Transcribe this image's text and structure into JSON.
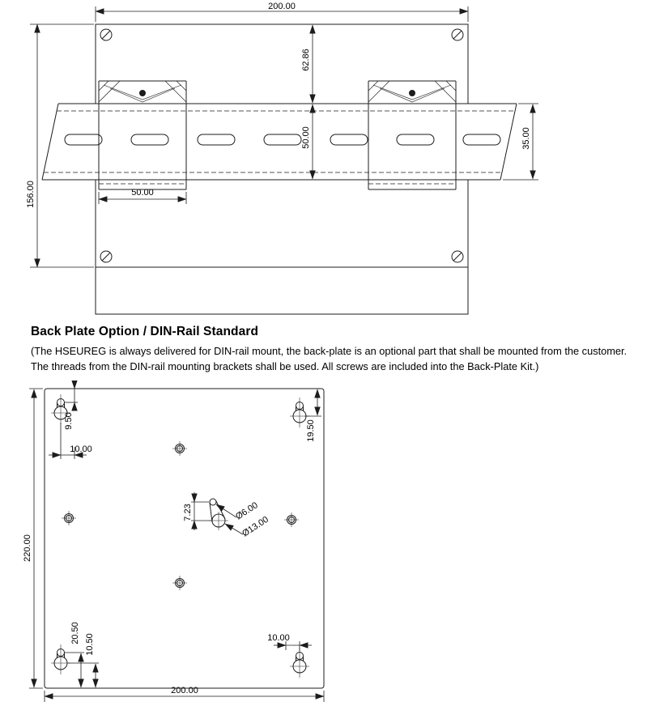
{
  "colors": {
    "line": "#1c1c1c",
    "background": "#ffffff",
    "text": "#000000"
  },
  "heading": {
    "title": "Back Plate Option / DIN-Rail Standard",
    "description": "(The HSEUREG is always delivered for DIN-rail mount, the back-plate is an optional part that shall be mounted from the customer. The threads from the DIN-rail mounting brackets shall be used. All screws are included into the Back-Plate Kit.)"
  },
  "din_rail_view": {
    "dim_plate_width": "200.00",
    "dim_plate_height": "156.00",
    "dim_top_to_rail": "62.86",
    "dim_rail_span": "50.00",
    "dim_rail_height": "35.00",
    "dim_bracket_width": "50.00"
  },
  "back_plate_view": {
    "dim_plate_width": "200.00",
    "dim_plate_height": "220.00",
    "dim_keyhole_top_left": "9.50",
    "dim_keyhole_top_right": "19.50",
    "dim_offset_top_left": "10.00",
    "dim_slot_length": "7.23",
    "dim_slot_diameter": "Ø6.00",
    "dim_head_diameter": "Ø13.00",
    "dim_keyhole_bottom_small": "20.50",
    "dim_keyhole_bottom_large": "10.50",
    "dim_offset_bottom_right": "10.00"
  }
}
